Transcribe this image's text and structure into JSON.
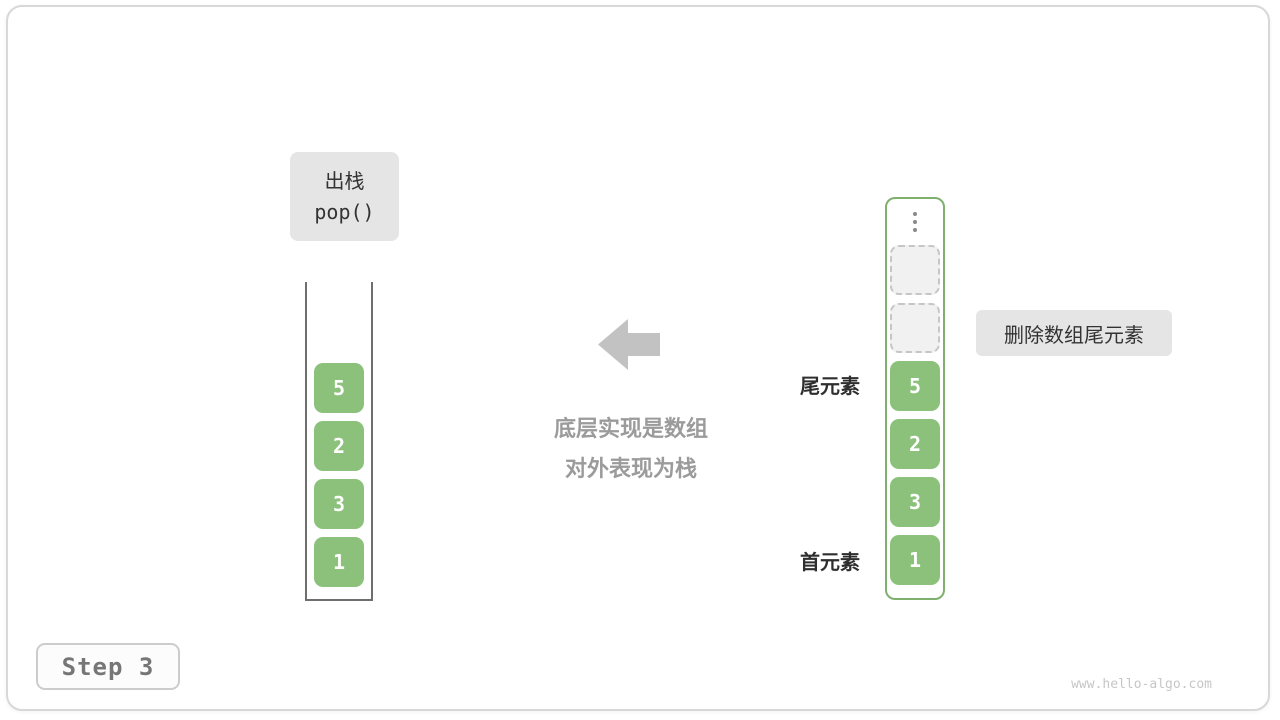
{
  "op_label": {
    "line1": "出栈",
    "line2": "pop()"
  },
  "stack": {
    "values": [
      "5",
      "2",
      "3",
      "1"
    ]
  },
  "array": {
    "values": [
      "5",
      "2",
      "3",
      "1"
    ],
    "empty_slots": 2,
    "ellipsis_icon": "vertical-ellipsis",
    "tail_label": "尾元素",
    "head_label": "首元素"
  },
  "caption": {
    "line1": "底层实现是数组",
    "line2": "对外表现为栈"
  },
  "note": {
    "text": "删除数组尾元素"
  },
  "step": {
    "label": "Step 3"
  },
  "watermark": "www.hello-algo.com",
  "colors": {
    "cell_green": "#8cc17b",
    "array_border_green": "#7fb06e",
    "label_gray": "#e5e5e5",
    "arrow_gray": "#c2c2c2",
    "caption_gray": "#9b9b9b",
    "frame_border": "#d8d8d8"
  }
}
